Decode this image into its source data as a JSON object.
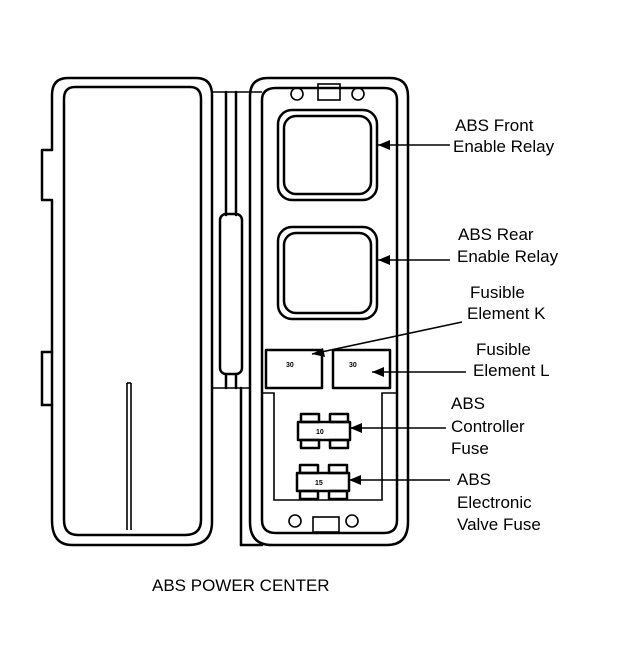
{
  "caption": "ABS POWER CENTER",
  "labels": {
    "front_relay": [
      "ABS Front",
      "Enable Relay"
    ],
    "rear_relay": [
      "ABS Rear",
      "Enable Relay"
    ],
    "fusible_k": [
      "Fusible",
      "Element K"
    ],
    "fusible_l": [
      "Fusible",
      "Element L"
    ],
    "controller_fuse": [
      "ABS",
      "Controller",
      "Fuse"
    ],
    "valve_fuse": [
      "ABS",
      "Electronic",
      "Valve Fuse"
    ]
  },
  "component_marks": {
    "element_k": "30",
    "element_l": "30",
    "controller_fuse": "10",
    "valve_fuse": "15"
  }
}
